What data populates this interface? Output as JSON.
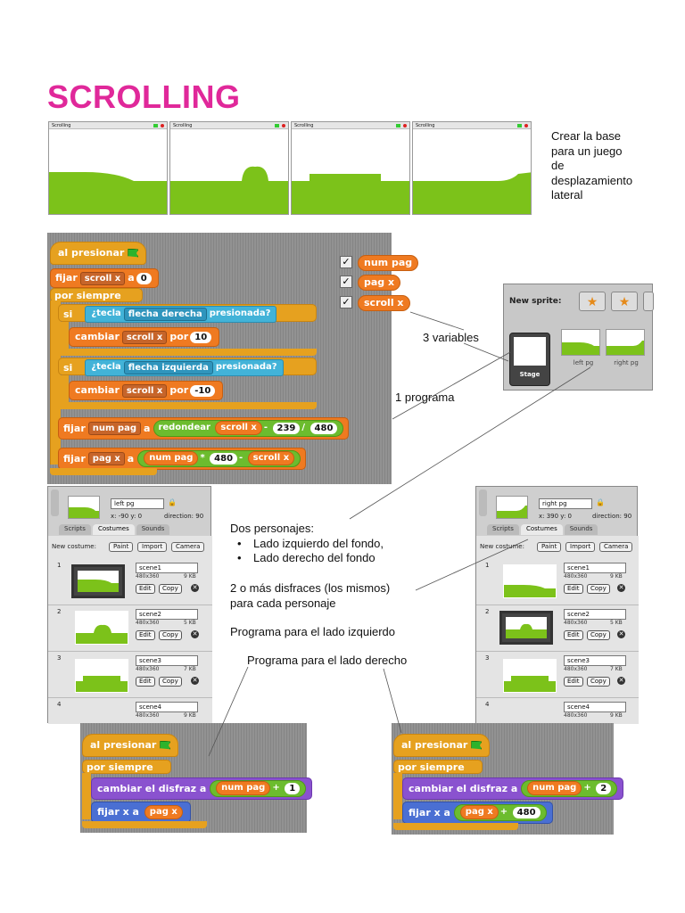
{
  "title": "SCROLLING",
  "intro_note": [
    "Crear la base",
    "para un juego",
    "de",
    "desplazamiento",
    "lateral"
  ],
  "frames": [
    {
      "label": "Scrolling"
    },
    {
      "label": "Scrolling"
    },
    {
      "label": "Scrolling"
    },
    {
      "label": "Scrolling"
    }
  ],
  "main_script": {
    "hat": "al presionar",
    "set1": {
      "verb": "fijar",
      "var": "scroll x",
      "to": "a",
      "val": "0"
    },
    "forever": "por siempre",
    "if1": {
      "kw": "si",
      "q": "¿tecla",
      "key": "flecha derecha",
      "tail": "presionada?"
    },
    "change1": {
      "verb": "cambiar",
      "var": "scroll x",
      "by": "por",
      "val": "10"
    },
    "if2": {
      "kw": "si",
      "q": "¿tecla",
      "key": "flecha izquierda",
      "tail": "presionada?"
    },
    "change2": {
      "verb": "cambiar",
      "var": "scroll x",
      "by": "por",
      "val": "-10"
    },
    "set2": {
      "verb": "fijar",
      "var": "num pag",
      "to": "a",
      "fn": "redondear",
      "rep": "scroll x",
      "op1": "-",
      "n1": "239",
      "op2": "/",
      "n2": "480"
    },
    "set3": {
      "verb": "fijar",
      "var": "pag x",
      "to": "a",
      "rep1": "num pag",
      "op1": "*",
      "n1": "480",
      "op2": "-",
      "rep2": "scroll x"
    }
  },
  "watchers": [
    {
      "check": "✓",
      "name": "num pag"
    },
    {
      "check": "✓",
      "name": "pag x"
    },
    {
      "check": "✓",
      "name": "scroll x"
    }
  ],
  "sprite_area": {
    "new_sprite": "New sprite:",
    "stage": "Stage",
    "sprites": [
      "left pg",
      "right pg"
    ]
  },
  "labels": {
    "vars": "3 variables",
    "program": "1 programa"
  },
  "left_panel": {
    "sprite_name": "left pg",
    "coords": "x: -90  y: 0",
    "direction": "direction: 90",
    "tabs": [
      "Scripts",
      "Costumes",
      "Sounds"
    ],
    "new_costume": "New costume:",
    "buttons": [
      "Paint",
      "Import",
      "Camera"
    ],
    "costumes": [
      {
        "idx": "1",
        "name": "scene1",
        "dims": "480x360",
        "kb": "9 KB"
      },
      {
        "idx": "2",
        "name": "scene2",
        "dims": "480x360",
        "kb": "5 KB"
      },
      {
        "idx": "3",
        "name": "scene3",
        "dims": "480x360",
        "kb": "7 KB"
      },
      {
        "idx": "4",
        "name": "scene4",
        "dims": "480x360",
        "kb": "9 KB"
      }
    ],
    "edit": "Edit",
    "copy": "Copy"
  },
  "right_panel": {
    "sprite_name": "right pg",
    "coords": "x: 390  y: 0",
    "direction": "direction: 90",
    "tabs": [
      "Scripts",
      "Costumes",
      "Sounds"
    ],
    "new_costume": "New costume:",
    "buttons": [
      "Paint",
      "Import",
      "Camera"
    ],
    "costumes": [
      {
        "idx": "1",
        "name": "scene1",
        "dims": "480x360",
        "kb": "9 KB"
      },
      {
        "idx": "2",
        "name": "scene2",
        "dims": "480x360",
        "kb": "5 KB"
      },
      {
        "idx": "3",
        "name": "scene3",
        "dims": "480x360",
        "kb": "7 KB"
      },
      {
        "idx": "4",
        "name": "scene4",
        "dims": "480x360",
        "kb": "9 KB"
      }
    ],
    "edit": "Edit",
    "copy": "Copy"
  },
  "middle_text": {
    "heading": "Dos personajes:",
    "bullets": [
      "Lado izquierdo del fondo,",
      "Lado derecho del fondo"
    ],
    "costumes_note": [
      "2 o más disfraces (los mismos)",
      "para cada personaje"
    ],
    "left_prog": "Programa para el lado izquierdo",
    "right_prog": "Programa para el lado derecho"
  },
  "left_script": {
    "hat": "al presionar",
    "forever": "por siempre",
    "look": "cambiar el disfraz a",
    "rep": "num pag",
    "op": "+",
    "n": "1",
    "motion": "fijar x a",
    "rep2": "pag x"
  },
  "right_script": {
    "hat": "al presionar",
    "forever": "por siempre",
    "look": "cambiar el disfraz a",
    "rep": "num pag",
    "op": "+",
    "n": "2",
    "motion": "fijar x a",
    "rep2": "pag x",
    "op2": "+",
    "n2": "480"
  }
}
